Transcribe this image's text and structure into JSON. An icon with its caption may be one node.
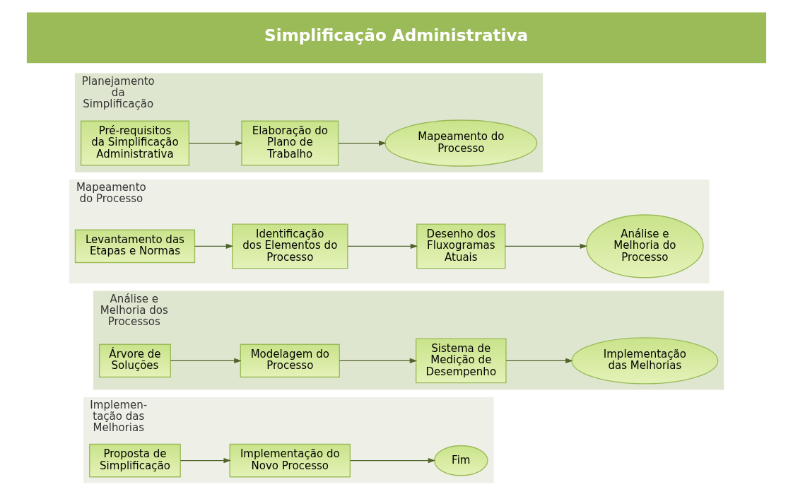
{
  "diagram": {
    "title": "Simplificação Administrativa",
    "nodes": [
      {
        "text": [
          "Planejamento da Simplificação"
        ]
      },
      {
        "text": [
          "Pré-requisitos da Simplificação Administrativa"
        ],
        "in": 0
      },
      {
        "text": [
          "Elaboração do Plano de Trabalho"
        ],
        "in": 0
      },
      {
        "text": [
          "Mapeamento do Processo"
        ],
        "in": 0
      },
      {
        "text": [
          "Mapeamento do Processo"
        ]
      },
      {
        "text": [
          "Levantamento das Etapas e Normas"
        ],
        "in": 4
      },
      {
        "text": [
          "Identificação dos Elementos do Processo"
        ],
        "in": 4
      },
      {
        "text": [
          "Desenho dos Fluxogramas Atuais"
        ],
        "in": 4
      },
      {
        "text": [
          "Análise e Melhoria do Processo"
        ],
        "in": 4
      },
      {
        "text": [
          "Análise e Melhoria dos Processos"
        ]
      },
      {
        "text": [
          "Árvore de Soluções"
        ],
        "in": 9
      },
      {
        "text": [
          "Modelagem do Processo"
        ],
        "in": 9
      },
      {
        "text": [
          "Sistema de Medição de Desempenho"
        ],
        "in": 9
      },
      {
        "text": [
          "Implementação das Melhorias"
        ],
        "in": 9
      },
      {
        "text": [
          "Implemen- tação das Melhorias"
        ]
      },
      {
        "text": [
          "Proposta de Simplificação"
        ],
        "in": 14
      },
      {
        "text": [
          "Implementação do Novo Processo"
        ],
        "in": 14
      },
      {
        "text": [
          "Fim"
        ],
        "in": 14
      }
    ],
    "edges": [
      {
        "from": 1,
        "to": 2,
        "arrow": "to"
      },
      {
        "from": 2,
        "to": 3,
        "arrow": "to"
      },
      {
        "from": 5,
        "to": 6,
        "arrow": "to"
      },
      {
        "from": 6,
        "to": 7,
        "arrow": "to"
      },
      {
        "from": 7,
        "to": 8,
        "arrow": "to"
      },
      {
        "from": 10,
        "to": 11,
        "arrow": "to"
      },
      {
        "from": 11,
        "to": 12,
        "arrow": "to"
      },
      {
        "from": 12,
        "to": 13,
        "arrow": "to"
      },
      {
        "from": 15,
        "to": 16,
        "arrow": "to"
      },
      {
        "from": 16,
        "to": 17,
        "arrow": "to"
      }
    ]
  }
}
